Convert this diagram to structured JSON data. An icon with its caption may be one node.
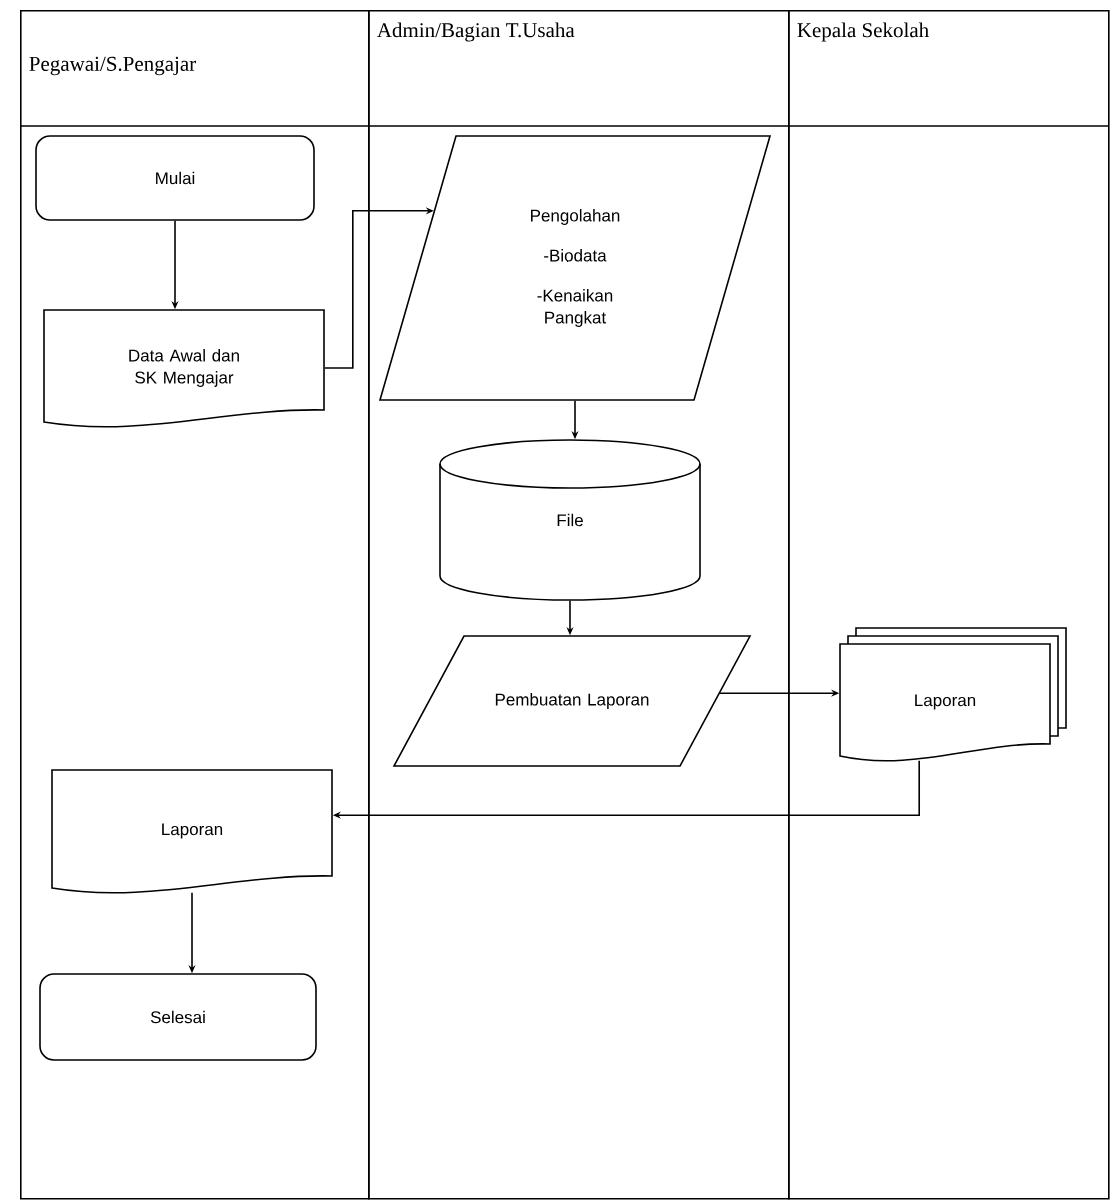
{
  "diagram": {
    "nodes": [
      {
        "text": [
          "Pegawai/S.Pengajar"
        ]
      },
      {
        "text": [
          "Admin/Bagian T.Usaha"
        ]
      },
      {
        "text": [
          "Kepala Sekolah"
        ]
      },
      {
        "text": [
          "Mulai"
        ],
        "in": 0
      },
      {
        "text": [
          "Data Awal dan SK Mengajar"
        ],
        "in": 0
      },
      {
        "text": [
          "Pengolahan",
          "-Biodata",
          "-Kenaikan Pangkat"
        ],
        "in": 1
      },
      {
        "text": [
          "File"
        ],
        "in": 1
      },
      {
        "text": [
          "Pembuatan Laporan"
        ],
        "in": 1
      },
      {
        "text": [
          "Laporan"
        ],
        "in": 2
      },
      {
        "text": [
          "Laporan"
        ],
        "in": 0
      },
      {
        "text": [
          "Selesai"
        ],
        "in": 0
      }
    ],
    "edges": [
      {
        "from": 3,
        "to": 4,
        "arrow": "to"
      },
      {
        "from": 4,
        "to": 5,
        "arrow": "to"
      },
      {
        "from": 5,
        "to": 6,
        "arrow": "to"
      },
      {
        "from": 6,
        "to": 7,
        "arrow": "to"
      },
      {
        "from": 7,
        "to": 8,
        "arrow": "to"
      },
      {
        "from": 8,
        "to": 9,
        "arrow": "to"
      },
      {
        "from": 9,
        "to": 10,
        "arrow": "to"
      }
    ]
  }
}
